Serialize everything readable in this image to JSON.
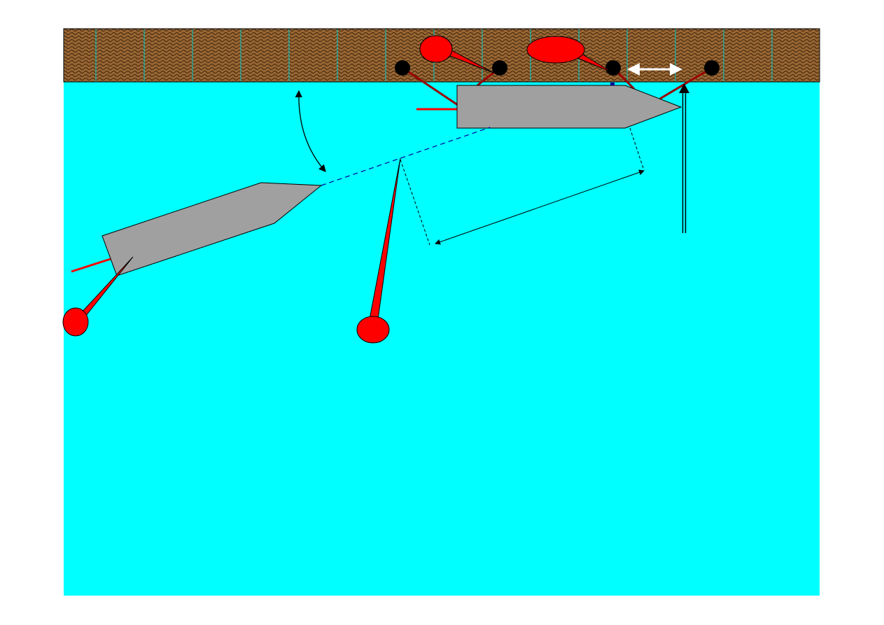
{
  "colors": {
    "water": "#00ffff",
    "pier": "#996633",
    "ship": "#a0a0a0",
    "mooring_line": "#990000",
    "anchor": "#ff0000",
    "bollard": "#000000",
    "guide_line": "#000099"
  },
  "icons": [
    "pier",
    "bollard",
    "ship",
    "anchor",
    "callout",
    "double-arrow"
  ]
}
